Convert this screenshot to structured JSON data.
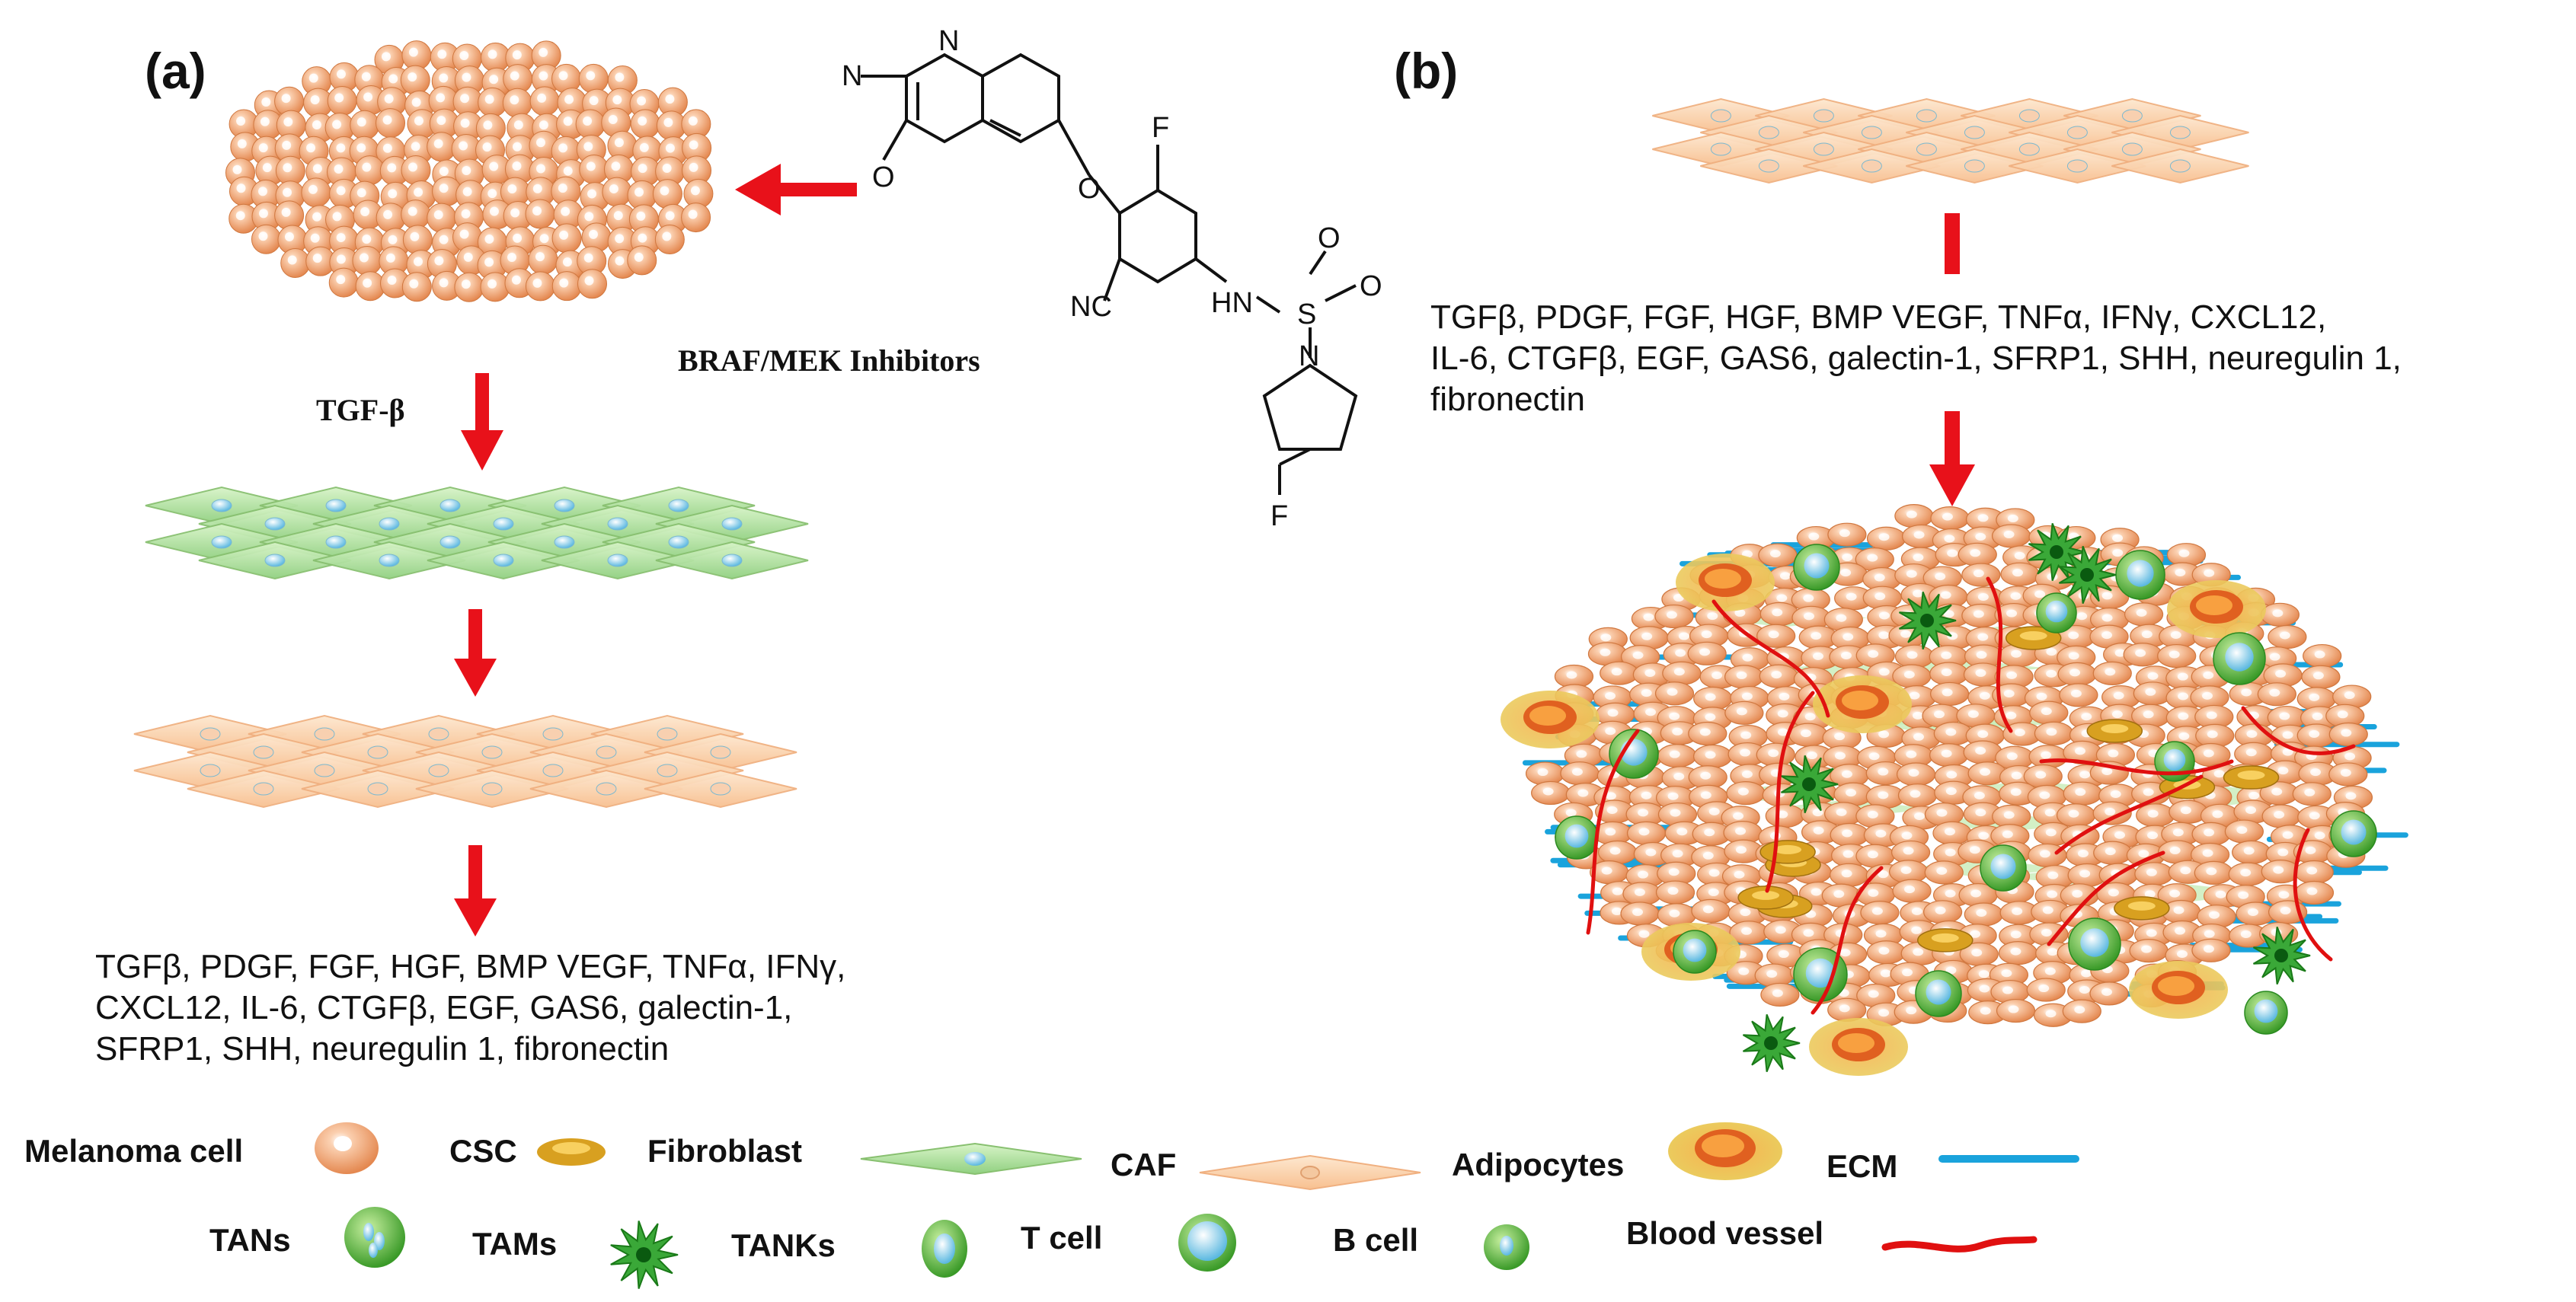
{
  "panels": {
    "a": {
      "label": "(a)",
      "inhibitor_caption": "BRAF/MEK Inhibitors",
      "tgf_label": "TGF-β",
      "molecule_atoms": [
        "N",
        "N",
        "O",
        "F",
        "O",
        "NC",
        "HN",
        "S",
        "O",
        "O",
        "N",
        "F"
      ],
      "cytokines": [
        "TGFβ, PDGF, FGF, HGF, BMP VEGF, TNFα, IFNγ,",
        "CXCL12,  IL-6, CTGFβ, EGF, GAS6, galectin-1,",
        "SFRP1, SHH, neuregulin 1, fibronectin"
      ]
    },
    "b": {
      "label": "(b)",
      "cytokines": [
        "TGFβ, PDGF, FGF, HGF, BMP VEGF, TNFα, IFNγ, CXCL12,",
        " IL-6, CTGFβ, EGF, GAS6, galectin-1, SFRP1, SHH, neuregulin 1,",
        "fibronectin"
      ]
    }
  },
  "legend": {
    "row1": [
      "Melanoma cell",
      "CSC",
      "Fibroblast",
      "CAF",
      "Adipocytes",
      "ECM"
    ],
    "row2": [
      "TANs",
      "TAMs",
      "TANKs",
      "T  cell",
      "B cell",
      "Blood vessel"
    ]
  },
  "colors": {
    "arrow": "#e8111a",
    "melanoma": "#f0a070",
    "fibroblast": "#a8dc98",
    "caf": "#fad0a8",
    "csc": "#d8a020",
    "green_cell": "#55b838",
    "ecm": "#1aa3dc",
    "vessel": "#e01010"
  }
}
